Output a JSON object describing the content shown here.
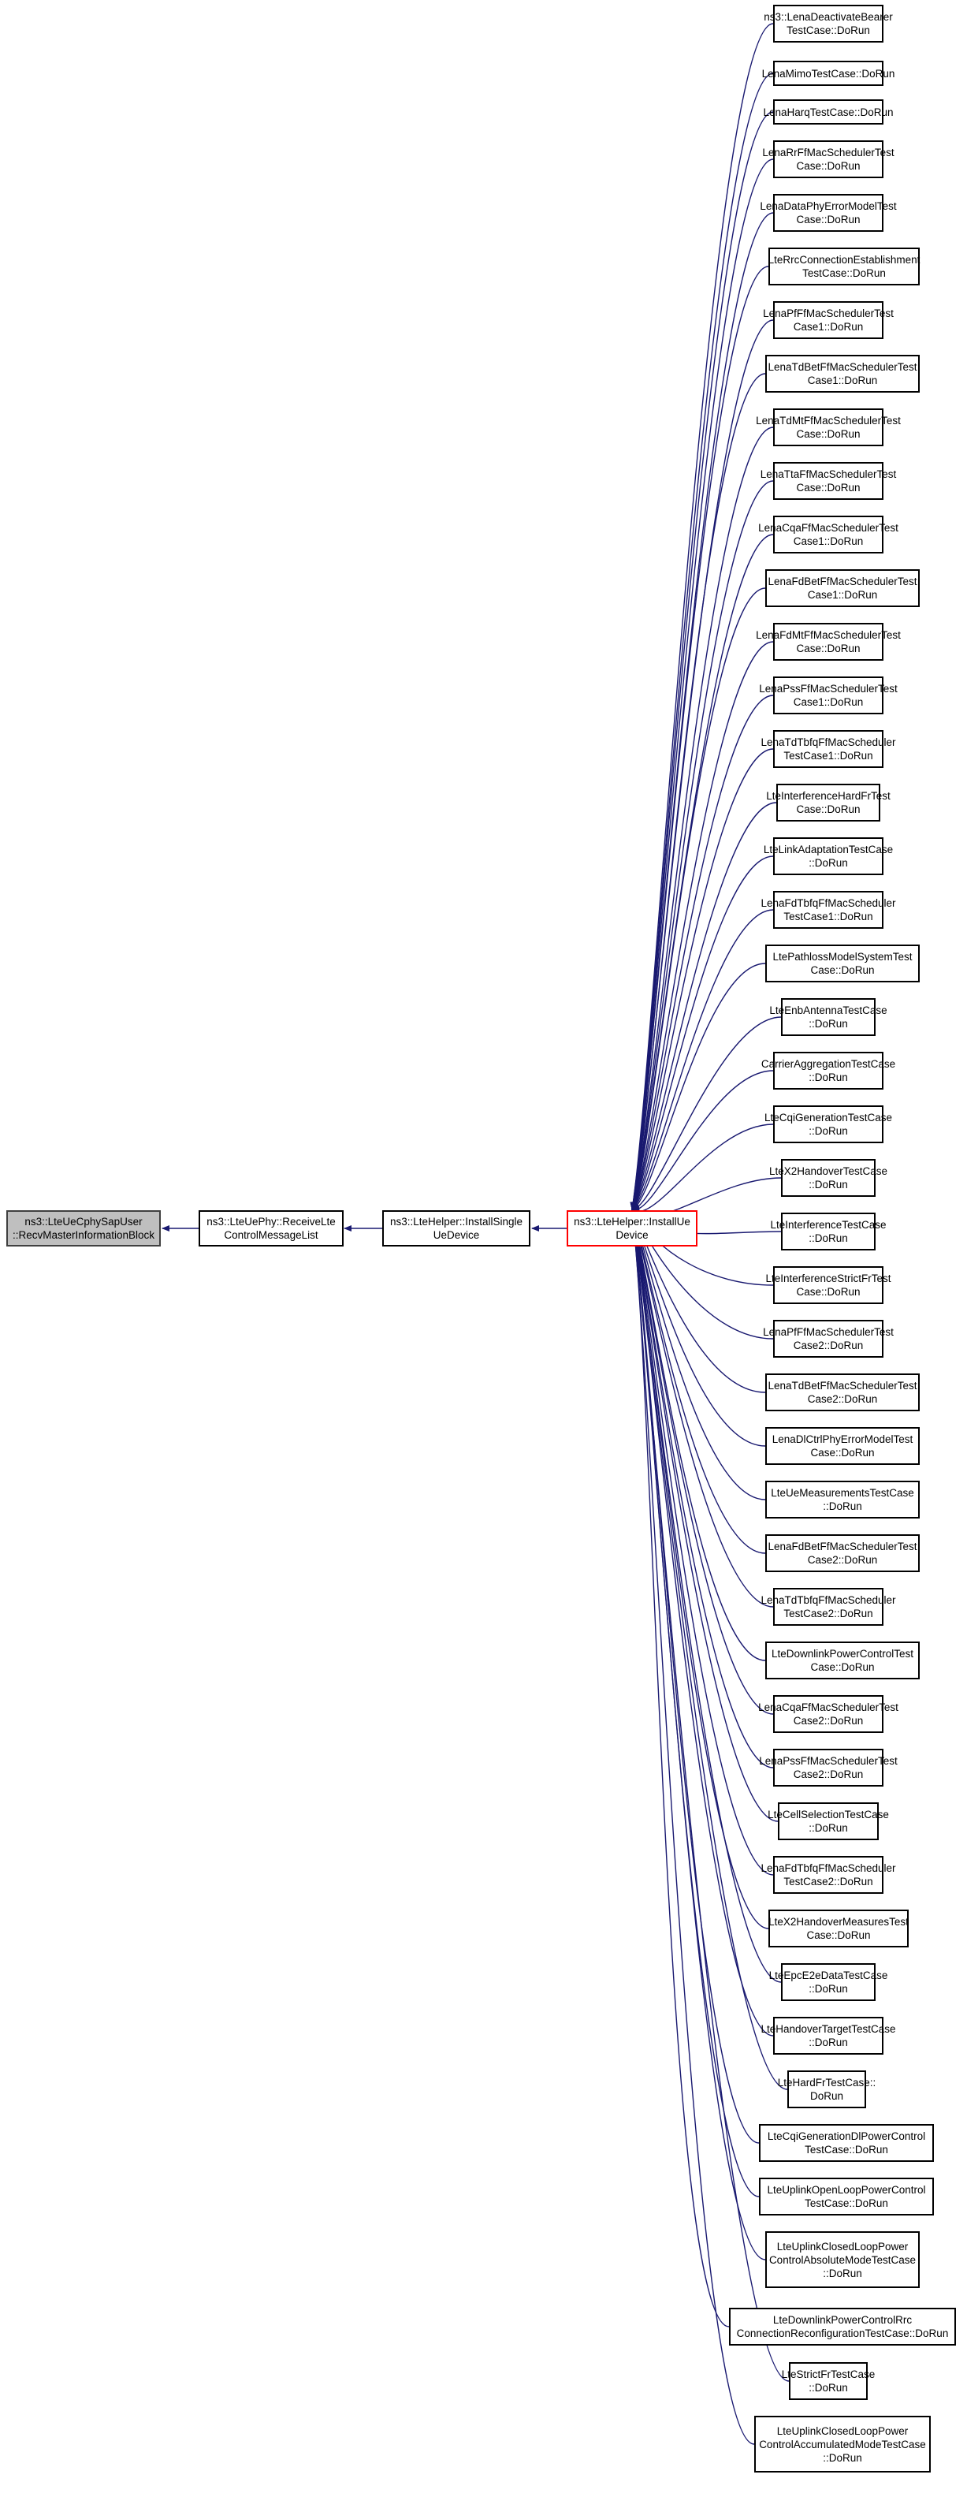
{
  "diagram": {
    "edge_color": "#191970",
    "root": "ns3::LteUeCphySapUser\n::RecvMasterInformationBlock",
    "chain": [
      "ns3::LteUePhy::ReceiveLte\nControlMessageList",
      "ns3::LteHelper::InstallSingle\nUeDevice",
      "ns3::LteHelper::InstallUe\nDevice"
    ],
    "callers": [
      "ns3::LenaDeactivateBearer\nTestCase::DoRun",
      "LenaMimoTestCase::DoRun",
      "LenaHarqTestCase::DoRun",
      "LenaRrFfMacSchedulerTest\nCase::DoRun",
      "LenaDataPhyErrorModelTest\nCase::DoRun",
      "LteRrcConnectionEstablishment\nTestCase::DoRun",
      "LenaPfFfMacSchedulerTest\nCase1::DoRun",
      "LenaTdBetFfMacSchedulerTest\nCase1::DoRun",
      "LenaTdMtFfMacSchedulerTest\nCase::DoRun",
      "LenaTtaFfMacSchedulerTest\nCase::DoRun",
      "LenaCqaFfMacSchedulerTest\nCase1::DoRun",
      "LenaFdBetFfMacSchedulerTest\nCase1::DoRun",
      "LenaFdMtFfMacSchedulerTest\nCase::DoRun",
      "LenaPssFfMacSchedulerTest\nCase1::DoRun",
      "LenaTdTbfqFfMacScheduler\nTestCase1::DoRun",
      "LteInterferenceHardFrTest\nCase::DoRun",
      "LteLinkAdaptationTestCase\n::DoRun",
      "LenaFdTbfqFfMacScheduler\nTestCase1::DoRun",
      "LtePathlossModelSystemTest\nCase::DoRun",
      "LteEnbAntennaTestCase\n::DoRun",
      "CarrierAggregationTestCase\n::DoRun",
      "LteCqiGenerationTestCase\n::DoRun",
      "LteX2HandoverTestCase\n::DoRun",
      "LteInterferenceTestCase\n::DoRun",
      "LteInterferenceStrictFrTest\nCase::DoRun",
      "LenaPfFfMacSchedulerTest\nCase2::DoRun",
      "LenaTdBetFfMacSchedulerTest\nCase2::DoRun",
      "LenaDlCtrlPhyErrorModelTest\nCase::DoRun",
      "LteUeMeasurementsTestCase\n::DoRun",
      "LenaFdBetFfMacSchedulerTest\nCase2::DoRun",
      "LenaTdTbfqFfMacScheduler\nTestCase2::DoRun",
      "LteDownlinkPowerControlTest\nCase::DoRun",
      "LenaCqaFfMacSchedulerTest\nCase2::DoRun",
      "LenaPssFfMacSchedulerTest\nCase2::DoRun",
      "LteCellSelectionTestCase\n::DoRun",
      "LenaFdTbfqFfMacScheduler\nTestCase2::DoRun",
      "LteX2HandoverMeasuresTest\nCase::DoRun",
      "LteEpcE2eDataTestCase\n::DoRun",
      "LteHandoverTargetTestCase\n::DoRun",
      "LteHardFrTestCase::\nDoRun",
      "LteCqiGenerationDlPowerControl\nTestCase::DoRun",
      "LteUplinkOpenLoopPowerControl\nTestCase::DoRun",
      "LteUplinkClosedLoopPower\nControlAbsoluteModeTestCase\n::DoRun",
      "LteDownlinkPowerControlRrc\nConnectionReconfigurationTestCase::DoRun",
      "LteStrictFrTestCase\n::DoRun",
      "LteUplinkClosedLoopPower\nControlAccumulatedModeTestCase\n::DoRun"
    ]
  }
}
